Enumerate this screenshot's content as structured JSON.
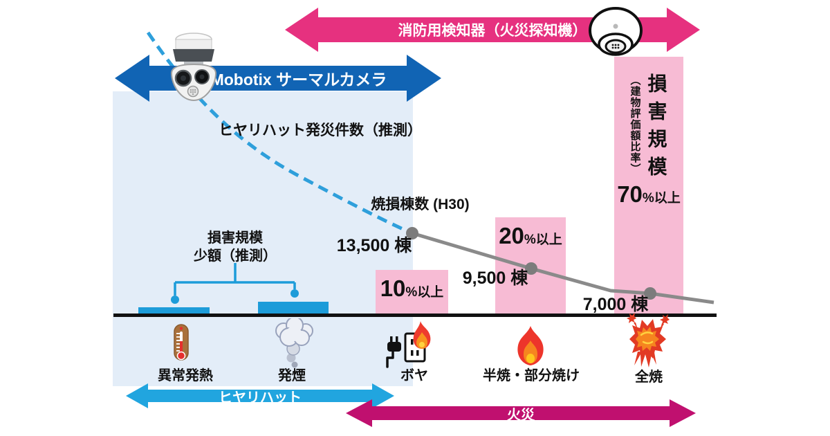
{
  "arrows": {
    "detector": "消防用検知器（火災探知機）",
    "camera": "Mobotix サーマルカメラ",
    "hiyari_hatto": "ヒヤリハット",
    "fire": "火災"
  },
  "line_labels": {
    "hiyari_count": "ヒヤリハット発災件数（推測）",
    "burned_buildings": "焼損棟数 (H30)"
  },
  "data_points": [
    {
      "label": "13,500 棟"
    },
    {
      "label": "9,500 棟"
    },
    {
      "label": "7,000 棟"
    }
  ],
  "damage_bars": [
    {
      "value": "10",
      "suffix": "%以上"
    },
    {
      "value": "20",
      "suffix": "%以上"
    },
    {
      "value": "70",
      "suffix": "%以上"
    }
  ],
  "damage_scale": {
    "title": "損害規模",
    "subtitle": "（建物評価額比率）"
  },
  "small_damage": {
    "line1": "損害規模",
    "line2": "少額（推測）"
  },
  "categories": [
    {
      "label": "異常発熱",
      "icon": "thermometer-icon"
    },
    {
      "label": "発煙",
      "icon": "smoke-icon"
    },
    {
      "label": "ボヤ",
      "icon": "plug-fire-icon"
    },
    {
      "label": "半焼・部分焼け",
      "icon": "flame-icon"
    },
    {
      "label": "全焼",
      "icon": "explosion-icon"
    }
  ],
  "icons": {
    "thermal_camera": "mobotix-camera-icon",
    "smoke_detector": "smoke-detector-icon"
  },
  "colors": {
    "pink_arrow": "#E6317F",
    "magenta_arrow": "#C0106F",
    "blue_arrow": "#1164B4",
    "cyan_arrow": "#21A5DF",
    "pink_bar": "#F7BBD4",
    "cyan_bar": "#1D9CD9",
    "panel_bg": "#E3EDF8",
    "dashed_line": "#2E9FDB",
    "gray_line": "#8A8A8A"
  },
  "chart_data": {
    "type": "bar",
    "categories": [
      "ボヤ",
      "半焼・部分焼け",
      "全焼"
    ],
    "series": [
      {
        "name": "損害規模（建物評価額比率）",
        "values": [
          "10%以上",
          "20%以上",
          "70%以上"
        ]
      },
      {
        "name": "焼損棟数 (H30)",
        "values": [
          13500,
          9500,
          7000
        ]
      }
    ],
    "title": "ヒヤリハットと火災の損害規模比較",
    "annotations": [
      "ヒヤリハット発災件数（推測）",
      "損害規模 少額（推測）"
    ]
  }
}
